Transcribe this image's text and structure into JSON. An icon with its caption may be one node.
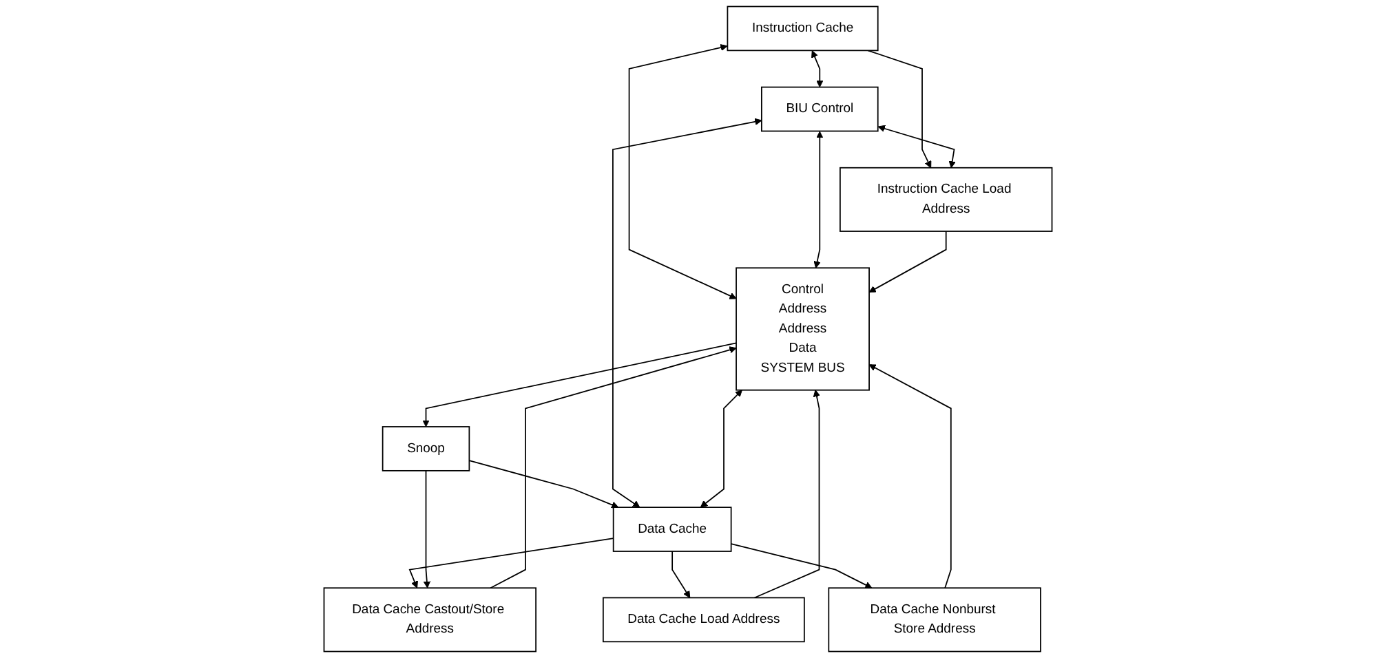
{
  "diagram": {
    "nodes": [
      {
        "text": [
          "Instruction Cache"
        ]
      },
      {
        "text": [
          "Data Cache"
        ]
      },
      {
        "text": [
          "BIU Control"
        ]
      },
      {
        "text": [
          "Instruction Cache Load Address"
        ]
      },
      {
        "text": [
          "Data Cache Load Address"
        ]
      },
      {
        "text": [
          "Data Cache Nonburst Store Address"
        ]
      },
      {
        "text": [
          "Data Cache Castout/Store Address"
        ]
      },
      {
        "text": [
          "Snoop"
        ]
      },
      {
        "text": [
          "Control",
          "Address",
          "Address",
          "Data",
          "SYSTEM BUS"
        ]
      }
    ],
    "edges": [
      {
        "from": 0,
        "to": 2,
        "arrow": "both"
      },
      {
        "from": 1,
        "to": 2,
        "arrow": "both"
      },
      {
        "from": 0,
        "to": 8,
        "arrow": "both"
      },
      {
        "from": 1,
        "to": 8,
        "arrow": "both"
      },
      {
        "from": 0,
        "to": 3,
        "arrow": "to"
      },
      {
        "from": 1,
        "to": 4,
        "arrow": "to"
      },
      {
        "from": 1,
        "to": 5,
        "arrow": "to"
      },
      {
        "from": 1,
        "to": 6,
        "arrow": "to"
      },
      {
        "from": 2,
        "to": 3,
        "arrow": "both"
      },
      {
        "from": 2,
        "to": 8,
        "arrow": "both"
      },
      {
        "from": 3,
        "to": 8,
        "arrow": "to"
      },
      {
        "from": 4,
        "to": 8,
        "arrow": "to"
      },
      {
        "from": 5,
        "to": 8,
        "arrow": "to"
      },
      {
        "from": 6,
        "to": 8,
        "arrow": "to"
      },
      {
        "from": 7,
        "to": 6,
        "arrow": "to"
      },
      {
        "from": 7,
        "to": 1,
        "arrow": "to"
      },
      {
        "from": 8,
        "to": 7,
        "arrow": "to"
      }
    ]
  }
}
